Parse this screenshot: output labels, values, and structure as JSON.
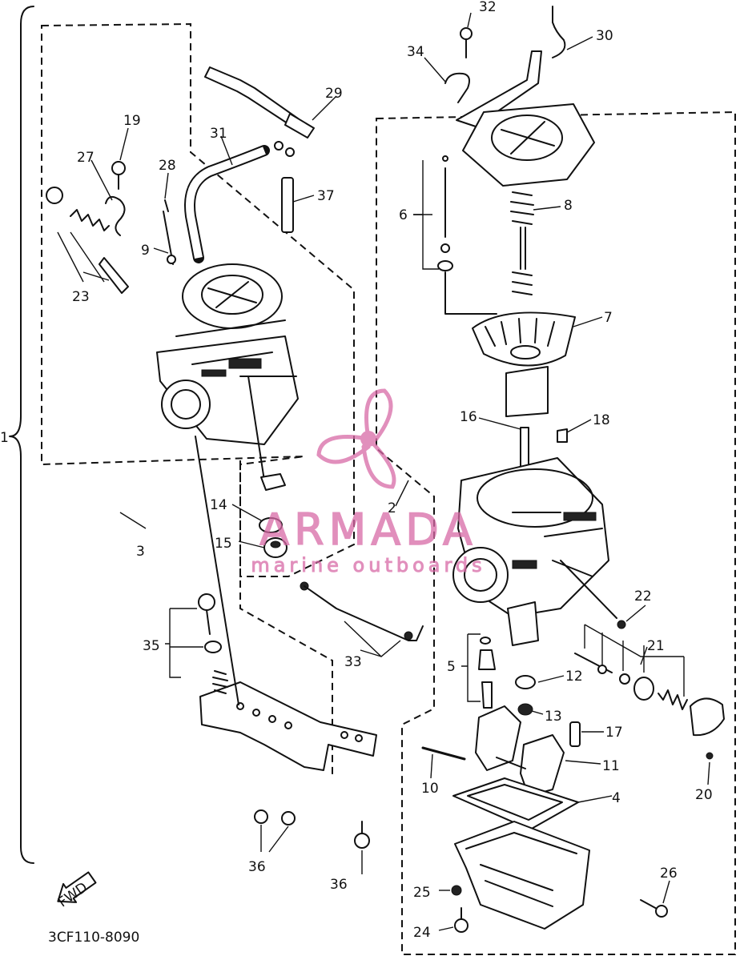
{
  "diagram": {
    "drawing_code": "3CF110-8090",
    "direction_label": "FWD",
    "group_bracket_label": "1",
    "callouts": [
      "2",
      "3",
      "4",
      "5",
      "6",
      "7",
      "8",
      "9",
      "10",
      "11",
      "12",
      "13",
      "14",
      "15",
      "16",
      "17",
      "18",
      "19",
      "20",
      "21",
      "22",
      "23",
      "24",
      "25",
      "26",
      "27",
      "28",
      "29",
      "30",
      "31",
      "32",
      "33",
      "34",
      "35",
      "36",
      "36",
      "37"
    ]
  },
  "watermark": {
    "brand": "ARMADA",
    "tagline": "marine outboards",
    "color": "#d86aa6"
  }
}
